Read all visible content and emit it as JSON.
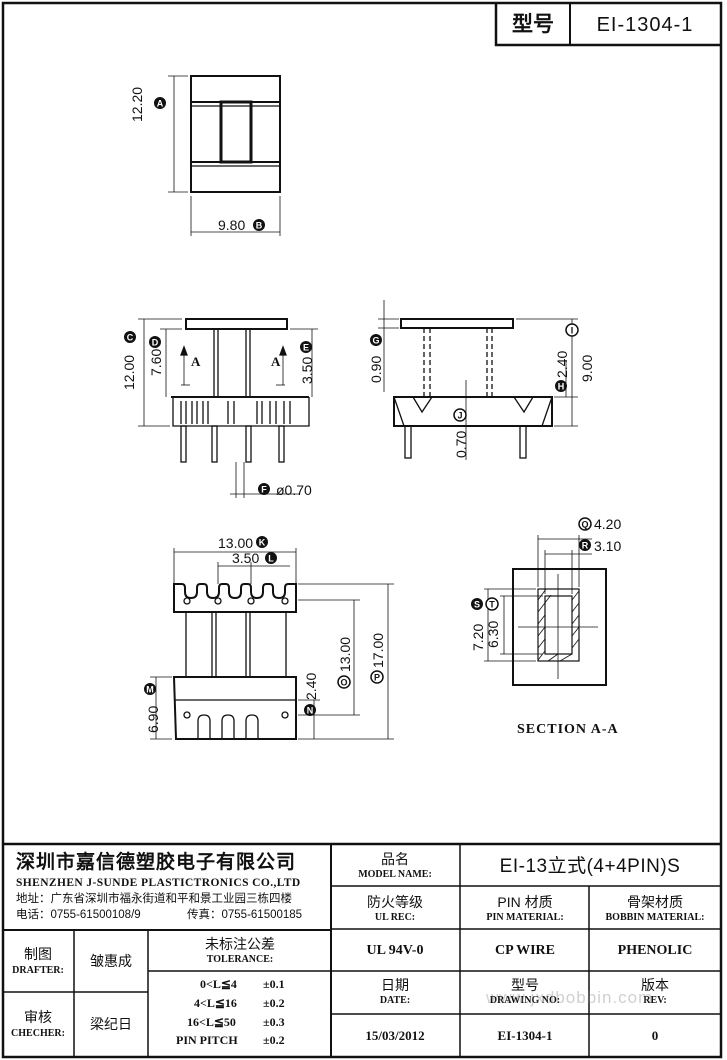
{
  "model_header": {
    "label": "型号",
    "value": "EI-1304-1"
  },
  "views": {
    "top": {
      "dim_height": "12.20",
      "dim_height_tag": "A",
      "dim_width": "9.80",
      "dim_width_tag": "B"
    },
    "front": {
      "dim_total": "12.00",
      "dim_total_tag": "C",
      "dim_left": "7.60",
      "dim_left_tag": "D",
      "dim_right": "3.50",
      "dim_right_tag": "E",
      "section_mark": "A",
      "pin_dia": "ø0.70",
      "pin_dia_tag": "F"
    },
    "side": {
      "dim_top": "0.90",
      "dim_top_tag": "G",
      "dim_mid": "2.40",
      "dim_mid_tag": "H",
      "dim_right": "9.00",
      "dim_right_tag": "I",
      "dim_bottom": "0.70",
      "dim_bottom_tag": "J"
    },
    "bottom": {
      "dim_width": "13.00",
      "dim_width_tag": "K",
      "dim_pitch": "3.50",
      "dim_pitch_tag": "L",
      "dim_left": "6.90",
      "dim_left_tag": "M",
      "dim_inner": "2.40",
      "dim_inner_tag": "N",
      "dim_mid": "13.00",
      "dim_mid_tag": "O",
      "dim_total": "17.00",
      "dim_total_tag": "P"
    },
    "section": {
      "dim_outer_w": "4.20",
      "dim_outer_w_tag": "Q",
      "dim_inner_w": "3.10",
      "dim_inner_w_tag": "R",
      "dim_outer_h": "7.20",
      "dim_outer_h_tag": "S",
      "dim_inner_h": "6.30",
      "dim_inner_h_tag": "T",
      "label": "SECTION A-A"
    }
  },
  "title_block": {
    "company_cn": "深圳市嘉信德塑胶电子有限公司",
    "company_en": "SHENZHEN J-SUNDE PLASTICTRONICS CO.,LTD",
    "address": "地址：广东省深圳市福永街道和平和景工业园三栋四楼",
    "phone": "电话：0755-61500108/9",
    "fax": "传真：0755-61500185",
    "model_name_cn": "品名",
    "model_name_en": "MODEL NAME:",
    "model_name_value": "EI-13立式(4+4PIN)S",
    "ul_rec_cn": "防火等级",
    "ul_rec_en": "UL REC:",
    "ul_rec_value": "UL 94V-0",
    "pin_material_cn": "PIN 材质",
    "pin_material_en": "PIN MATERIAL:",
    "pin_material_value": "CP WIRE",
    "bobbin_material_cn": "骨架材质",
    "bobbin_material_en": "BOBBIN MATERIAL:",
    "bobbin_material_value": "PHENOLIC",
    "drafter_cn": "制图",
    "drafter_en": "DRAFTER:",
    "drafter_value": "皱惠成",
    "checker_cn": "审核",
    "checker_en": "CHECHER:",
    "checker_value": "梁纪日",
    "tolerance_cn": "未标注公差",
    "tolerance_en": "TOLERANCE:",
    "tolerance_rows": [
      {
        "range": "0<L≦4",
        "tol": "±0.1"
      },
      {
        "range": "4<L≦16",
        "tol": "±0.2"
      },
      {
        "range": "16<L≦50",
        "tol": "±0.3"
      },
      {
        "range": "PIN PITCH",
        "tol": "±0.2"
      }
    ],
    "date_cn": "日期",
    "date_en": "DATE:",
    "date_value": "15/03/2012",
    "drawing_no_cn": "型号",
    "drawing_no_en": "DRAWING NO:",
    "drawing_no_value": "EI-1304-1",
    "rev_cn": "版本",
    "rev_en": "REV:",
    "rev_value": "0"
  },
  "watermark": "www.jxdbobbin.com"
}
